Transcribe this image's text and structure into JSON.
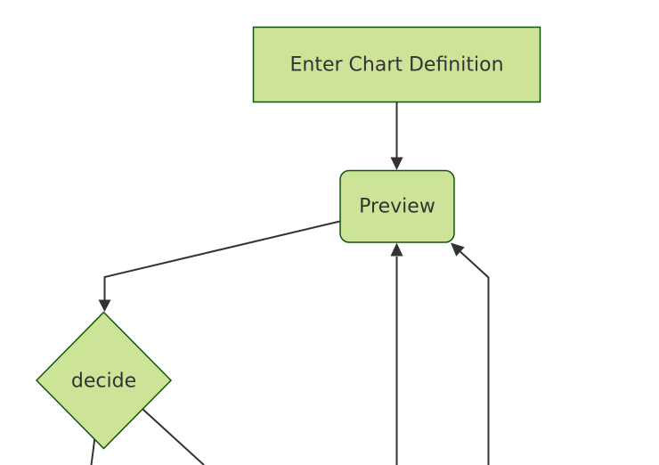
{
  "diagram": {
    "kind": "flowchart",
    "nodes": [
      {
        "id": "enter-chart-definition",
        "label": "Enter Chart Definition",
        "shape": "rectangle"
      },
      {
        "id": "preview",
        "label": "Preview",
        "shape": "rounded-rectangle"
      },
      {
        "id": "decide",
        "label": "decide",
        "shape": "diamond"
      }
    ],
    "edges": [
      {
        "from": "enter-chart-definition",
        "to": "preview",
        "arrow": "down"
      },
      {
        "from": "preview",
        "to": "decide",
        "arrow": "down"
      },
      {
        "from": "offscreen-bottom",
        "to": "preview",
        "arrow": "up"
      },
      {
        "from": "offscreen-bottom-right",
        "to": "preview",
        "arrow": "up-left"
      },
      {
        "from": "decide",
        "to": "offscreen-bottom-left",
        "arrow": "none-visible"
      },
      {
        "from": "decide",
        "to": "offscreen-bottom-right",
        "arrow": "none-visible"
      }
    ]
  },
  "colors": {
    "node_fill": "#cde498",
    "node_border": "#13540c",
    "edge_color": "#333333",
    "text_color": "#333333",
    "background": "#ffffff"
  }
}
